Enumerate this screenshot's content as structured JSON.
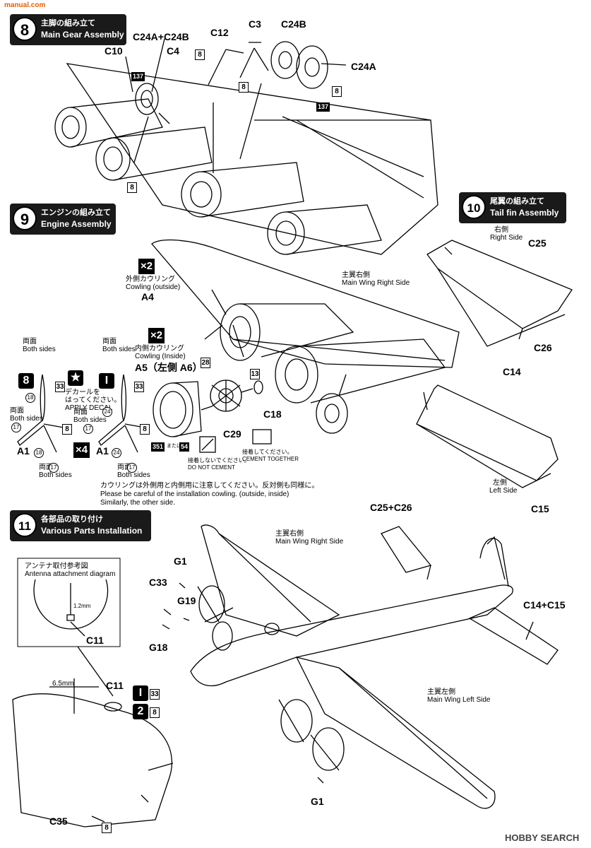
{
  "watermark_top": "manual.com",
  "watermark_bottom": "HOBBY SEARCH",
  "steps": {
    "s8": {
      "num": "8",
      "jp": "主脚の組み立て",
      "en": "Main Gear Assembly"
    },
    "s9": {
      "num": "9",
      "jp": "エンジンの組み立て",
      "en": "Engine Assembly"
    },
    "s10": {
      "num": "10",
      "jp": "尾翼の組み立て",
      "en": "Tail fin Assembly"
    },
    "s11": {
      "num": "11",
      "jp": "各部品の取り付け",
      "en": "Various Parts Installation"
    }
  },
  "step8": {
    "c24ab": "C24A+C24B",
    "c12": "C12",
    "c3": "C3",
    "c24b": "C24B",
    "c10": "C10",
    "c4": "C4",
    "c24a": "C24A",
    "n137": "137",
    "n8": "8"
  },
  "step9": {
    "x2a": "×2",
    "cowl_out_jp": "外側カウリング",
    "cowl_out_en": "Cowling (outside)",
    "a4": "A4",
    "x2b": "×2",
    "cowl_in_jp": "内側カウリング",
    "cowl_in_en": "Cowling (Inside)",
    "a5a6": "A5（左側 A6）",
    "both_jp": "両面",
    "both_en": "Both sides",
    "decal_jp1": "デカールを",
    "decal_jp2": "はってください。",
    "decal_en": "APPLY DECAL",
    "a1": "A1",
    "x4": "×4",
    "n28": "28",
    "n13": "13",
    "c18": "C18",
    "c29": "C29",
    "n351": "351",
    "or": "または",
    "n54": "54",
    "n33": "33",
    "n18": "18",
    "n17": "17",
    "n24": "24",
    "n8": "8",
    "no_cement_jp": "接着しないでください。",
    "no_cement_en": "DO NOT CEMENT",
    "cement_jp": "接着してください。",
    "cement_en": "CEMENT TOGETHER",
    "note_jp": "カウリングは外側用と内側用に注意してください。反対側も同様に。",
    "note_en1": "Please be careful of the installation cowling. (outside, inside)",
    "note_en2": "Similarly, the other side.",
    "wing_r_jp": "主翼右側",
    "wing_r_en": "Main Wing Right Side"
  },
  "step10": {
    "right_jp": "右側",
    "right_en": "Right Side",
    "c25": "C25",
    "c26": "C26",
    "c14": "C14",
    "left_jp": "左側",
    "left_en": "Left Side",
    "c15": "C15"
  },
  "step11": {
    "antenna_jp": "アンテナ取付参考図",
    "antenna_en": "Antenna attachment diagram",
    "dim12": "1.2mm",
    "c11a": "C11",
    "dim65": "6.5mm",
    "c11b": "C11",
    "n33": "33",
    "n8": "8",
    "c35": "C35",
    "c25c26": "C25+C26",
    "wing_r_jp": "主翼右側",
    "wing_r_en": "Main Wing Right Side",
    "g1a": "G1",
    "c33": "C33",
    "g19": "G19",
    "g18": "G18",
    "c14c15": "C14+C15",
    "wing_l_jp": "主翼左側",
    "wing_l_en": "Main Wing Left Side",
    "g1b": "G1"
  }
}
